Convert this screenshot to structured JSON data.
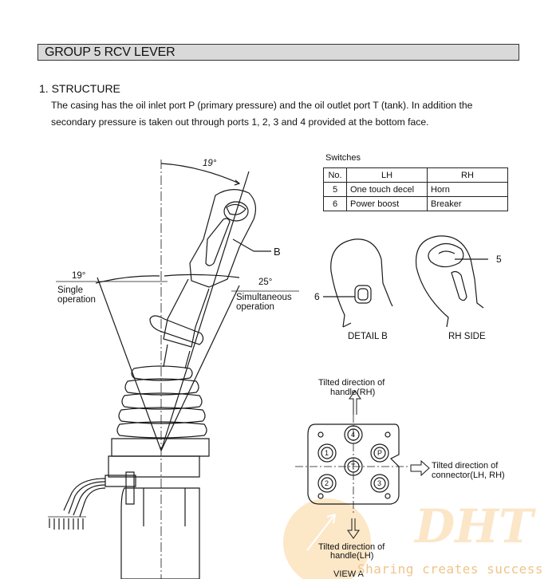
{
  "header": {
    "group_title": "GROUP 5    RCV LEVER"
  },
  "section": {
    "title": "1. STRUCTURE",
    "lines": [
      "The casing has the oil inlet port P (primary pressure) and the oil outlet port T (tank).   In addition the",
      "secondary pressure is taken out through ports 1, 2, 3 and 4 provided at the bottom face."
    ]
  },
  "switches": {
    "caption": "Switches",
    "headers": [
      "No.",
      "LH",
      "RH"
    ],
    "rows": [
      [
        "5",
        "One touch decel",
        "Horn"
      ],
      [
        "6",
        "Power boost",
        "Breaker"
      ]
    ]
  },
  "lever_drawing": {
    "angle_top": "19°",
    "angle_single": "19°",
    "single_op_line1": "Single",
    "single_op_line2": "operation",
    "angle_simul": "25°",
    "simul_op_line1": "Simultaneous",
    "simul_op_line2": "operation",
    "callout_b": "B"
  },
  "detail_b": {
    "label": "DETAIL  B",
    "callout": "6"
  },
  "rh_side": {
    "label": "RH SIDE",
    "callout": "5"
  },
  "view_a": {
    "tilt_handle_rh_line1": "Tilted direction of",
    "tilt_handle_rh_line2": "handle(RH)",
    "tilt_connector_line1": "Tilted direction of",
    "tilt_connector_line2": "connector(LH, RH)",
    "tilt_handle_lh_line1": "Tilted direction of",
    "tilt_handle_lh_line2": "handle(LH)",
    "label": "VIEW  A",
    "ports": [
      "4",
      "1",
      "P",
      "T",
      "2",
      "3"
    ]
  },
  "watermark": {
    "logo": "DHT",
    "tagline": "Sharing creates success",
    "color": "#f5a623"
  }
}
